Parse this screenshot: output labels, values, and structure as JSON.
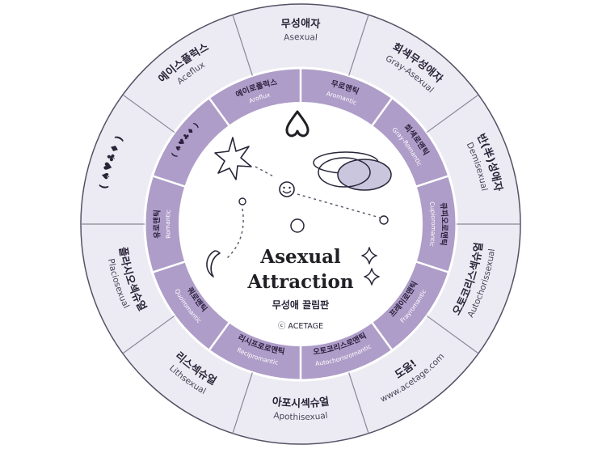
{
  "title_line1": "Asexual",
  "title_line2": "Attraction",
  "subtitle": "무성애 끌림판",
  "brand": "ⓒ ACETAGE",
  "outer_segments": [
    {
      "ko": "무성애자",
      "en": "Asexual"
    },
    {
      "ko": "회색무성애자",
      "en": "Gray-Asexual"
    },
    {
      "ko": "반(半)성애자",
      "en": "Demisexual"
    },
    {
      "ko": "오토코리스섹슈얼",
      "en": "Autochorissexual"
    },
    {
      "ko": "도움!",
      "en": "www.acetage.com"
    },
    {
      "ko": "아포시섹슈얼",
      "en": "Apothisexual"
    },
    {
      "ko": "리스섹슈얼",
      "en": "Lithsexual"
    },
    {
      "ko": "플라시오섹슈얼",
      "en": "Placiosexual"
    },
    {
      "ko": "( ♠♥♣♦ )",
      "en": ""
    },
    {
      "ko": "에이스플럭스",
      "en": "Aceflux"
    }
  ],
  "inner_segments": [
    {
      "ko": "무로맨틱",
      "en": "Aromantic"
    },
    {
      "ko": "회색로맨틱",
      "en": "Gray-Romantic"
    },
    {
      "ko": "큐피오로맨틱",
      "en": "Cupioromantic"
    },
    {
      "ko": "프레이로맨틱",
      "en": "Frayromantic"
    },
    {
      "ko": "오토코리스로맨틱",
      "en": "Autochorisromantic"
    },
    {
      "ko": "리시프로로맨틱",
      "en": "Recipromantic"
    },
    {
      "ko": "쿼로맨틱",
      "en": "Quoiromantic"
    },
    {
      "ko": "유로맨틱",
      "en": "Romantic"
    },
    {
      "ko": "( ♠♥♣♦ )",
      "en": ""
    },
    {
      "ko": "에이로플럭스",
      "en": "Aroflux"
    }
  ],
  "colors": {
    "outer_fill": "#ecebf3",
    "inner_fill": "#ae9dc8",
    "center_fill": "#ffffff",
    "ring_stroke": "#555064",
    "lens_fill": "#c9c6dd"
  },
  "icons": [
    "heart-icon",
    "star-icon",
    "smile-icon",
    "moon-icon",
    "sparkle-icon",
    "planet-icon"
  ]
}
